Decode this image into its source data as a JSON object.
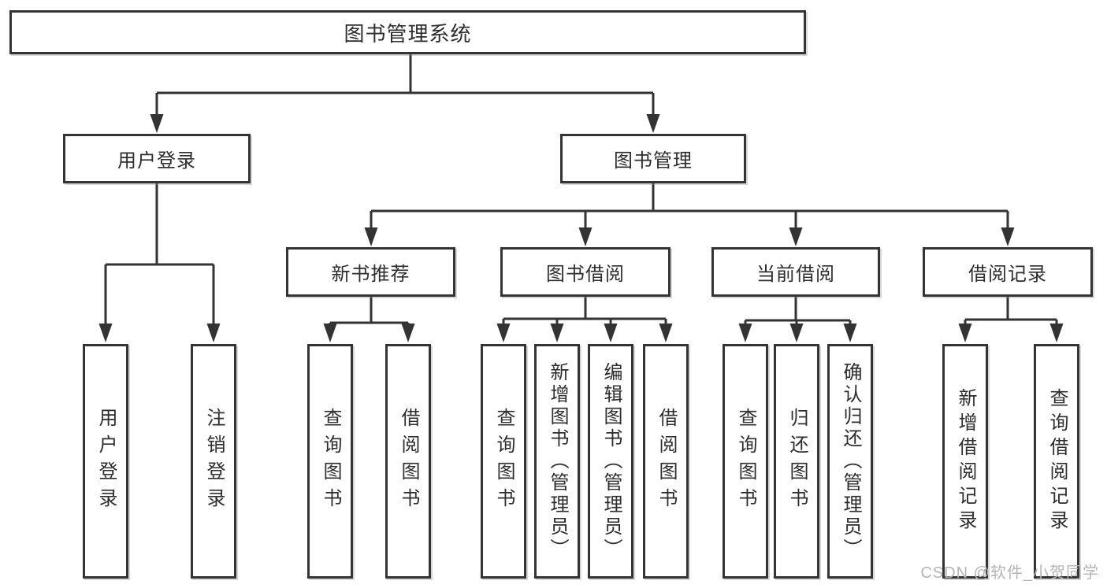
{
  "tree": {
    "label": "图书管理系统",
    "children": [
      {
        "label": "用户登录",
        "children": [
          {
            "label": "用户登录"
          },
          {
            "label": "注销登录"
          }
        ]
      },
      {
        "label": "图书管理",
        "children": [
          {
            "label": "新书推荐",
            "children": [
              {
                "label": "查询图书"
              },
              {
                "label": "借阅图书"
              }
            ]
          },
          {
            "label": "图书借阅",
            "children": [
              {
                "label": "查询图书"
              },
              {
                "label": "新增图书（管理员）"
              },
              {
                "label": "编辑图书（管理员）"
              },
              {
                "label": "借阅图书"
              }
            ]
          },
          {
            "label": "当前借阅",
            "children": [
              {
                "label": "查询图书"
              },
              {
                "label": "归还图书"
              },
              {
                "label": "确认归还（管理员）"
              }
            ]
          },
          {
            "label": "借阅记录",
            "children": [
              {
                "label": "新增借阅记录"
              },
              {
                "label": "查询借阅记录"
              }
            ]
          }
        ]
      }
    ]
  },
  "watermark": {
    "text": "CSDN @软件_小贺同学"
  },
  "colors": {
    "line": "#333333",
    "box_border": "#343434",
    "text": "#2d2d2d",
    "background": "#ffffff",
    "watermark": "#b3b5b9"
  }
}
